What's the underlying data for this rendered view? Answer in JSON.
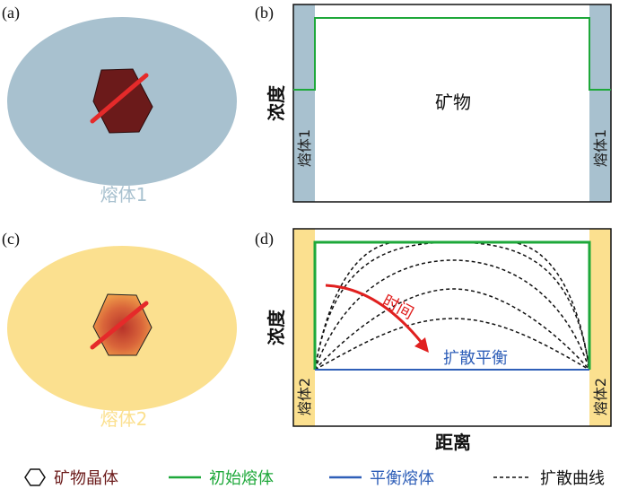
{
  "panels": {
    "a": {
      "label": "(a)",
      "melt_label": "熔体1"
    },
    "b": {
      "label": "(b)",
      "ylabel": "浓度",
      "mineral_label": "矿物",
      "melt_left": "熔体1",
      "melt_right": "熔体1"
    },
    "c": {
      "label": "(c)",
      "melt_label": "熔体2"
    },
    "d": {
      "label": "(d)",
      "ylabel": "浓度",
      "xlabel": "距离",
      "melt_left": "熔体2",
      "melt_right": "熔体2",
      "arrow_label": "时间",
      "equilibrium_label": "扩散平衡"
    }
  },
  "legend": {
    "crystal": "矿物晶体",
    "initial_melt": "初始熔体",
    "equilibrium_melt": "平衡熔体",
    "diffusion_curve": "扩散曲线"
  },
  "colors": {
    "melt1": "#a8c1cf",
    "melt2": "#fbe08f",
    "crystal_a": "#6b1a1a",
    "crystal_c_center": "#b8332a",
    "crystal_c_edge": "#f3a64c",
    "section_line": "#e52a2a",
    "initial_melt": "#1ea83a",
    "equilibrium_melt": "#2f5fb8",
    "diffusion_curve": "#111111",
    "time_arrow": "#e0201f"
  }
}
